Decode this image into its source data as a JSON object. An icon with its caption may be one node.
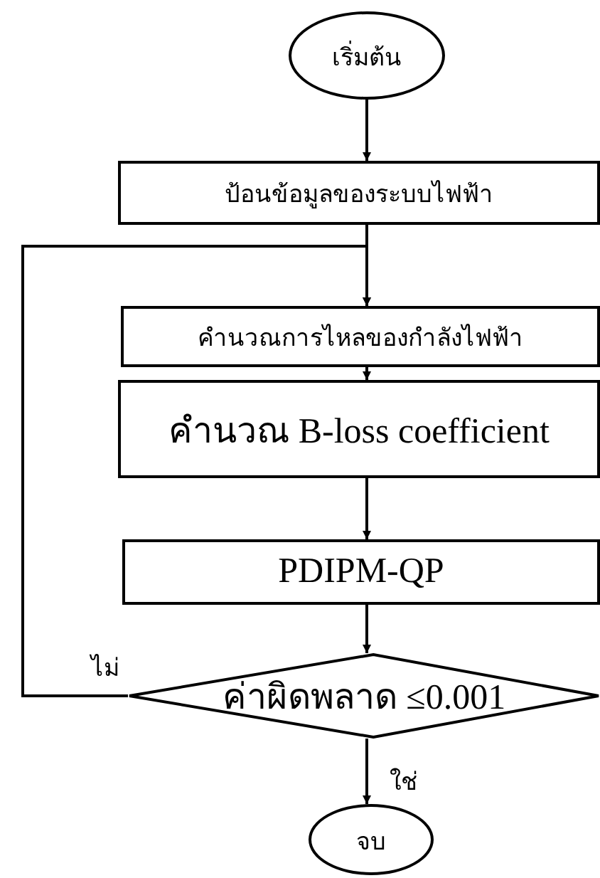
{
  "diagram": {
    "nodes": [
      {
        "text": [
          "เริ่มต้น"
        ]
      },
      {
        "text": [
          "ป้อนข้อมูลของระบบไฟฟ้า"
        ]
      },
      {
        "text": [
          "คำนวณการไหลของกำลังไฟฟ้า"
        ]
      },
      {
        "text": [
          "คำนวณ B-loss coefficient"
        ]
      },
      {
        "text": [
          "PDIPM-QP"
        ]
      },
      {
        "text": [
          "ค่าผิดพลาด ≤0.001"
        ]
      },
      {
        "text": [
          "จบ"
        ]
      }
    ],
    "edges": [
      {
        "from": 0,
        "to": 1,
        "arrow": "to"
      },
      {
        "from": 1,
        "to": 2,
        "arrow": "to"
      },
      {
        "from": 2,
        "to": 3,
        "arrow": "to"
      },
      {
        "from": 3,
        "to": 4,
        "arrow": "to"
      },
      {
        "from": 4,
        "to": 5,
        "arrow": "to"
      },
      {
        "from": 5,
        "to": 6,
        "arrow": "to",
        "label": "ใช่"
      },
      {
        "from": 5,
        "to": 2,
        "arrow": "to",
        "label": "ไม่"
      }
    ]
  }
}
